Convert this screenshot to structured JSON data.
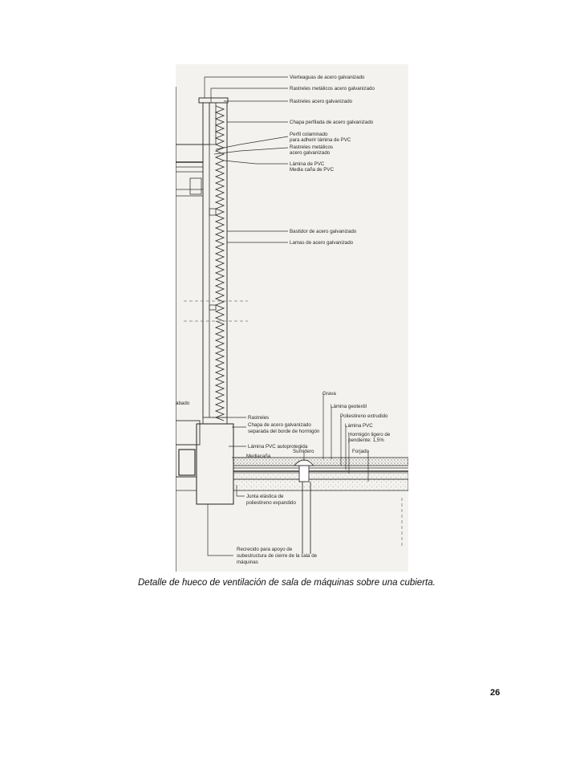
{
  "diagram": {
    "labels": {
      "vierteaguas": "Vierteaguas de acero galvanizado",
      "rastreles_metalicos_top": "Rastreles metálicos acero galvanizado",
      "rastreles_acero": "Rastreles acero galvanizado",
      "chapa_perfilada": "Chapa perfilada de acero galvanizado",
      "perfil_colaminado_1": "Perfil colaminado",
      "perfil_colaminado_2": "para adherir lámina de PVC",
      "rastreles_metalicos_1": "Rastreles metálicos",
      "rastreles_metalicos_2": "acero galvanizado",
      "lamina_pvc": "Lámina de PVC",
      "media_cana": "Media caña de PVC",
      "bastidor": "Bastidor de acero galvanizado",
      "lamas": "Lamas de acero galvanizado",
      "grava": "Grava",
      "lamina_geotextil": "Lámina geotextil",
      "poliestireno_extruido": "Poliestireno extrudido",
      "lamina_pvc_2": "Lámina PVC",
      "hormigon_1": "Hormigón ligero de",
      "hormigon_2": "pendiente: 1,5%",
      "forjado": "Forjado",
      "acabado": "abado",
      "rastreles": "Rastreles",
      "chapa_acero_1": "Chapa de acero galvanizado",
      "chapa_acero_2": "separada del borde de hormigón",
      "lamina_autoprotegida": "Lámina PVC autoprotegida",
      "mediacana": "Mediacaña",
      "sumidero": "Sumidero",
      "junta_1": "Junta elástica de",
      "junta_2": "poliestireno expandido",
      "recrecido_1": "Recrecido para apoyo de",
      "recrecido_2": "subestructura de cierre de la sala de",
      "recrecido_3": "máquinas"
    }
  },
  "caption": "Detalle de hueco de ventilación de sala de máquinas sobre una cubierta.",
  "page_number": "26",
  "colors": {
    "paper": "#f3f2ee",
    "ink": "#2a2a2a"
  }
}
